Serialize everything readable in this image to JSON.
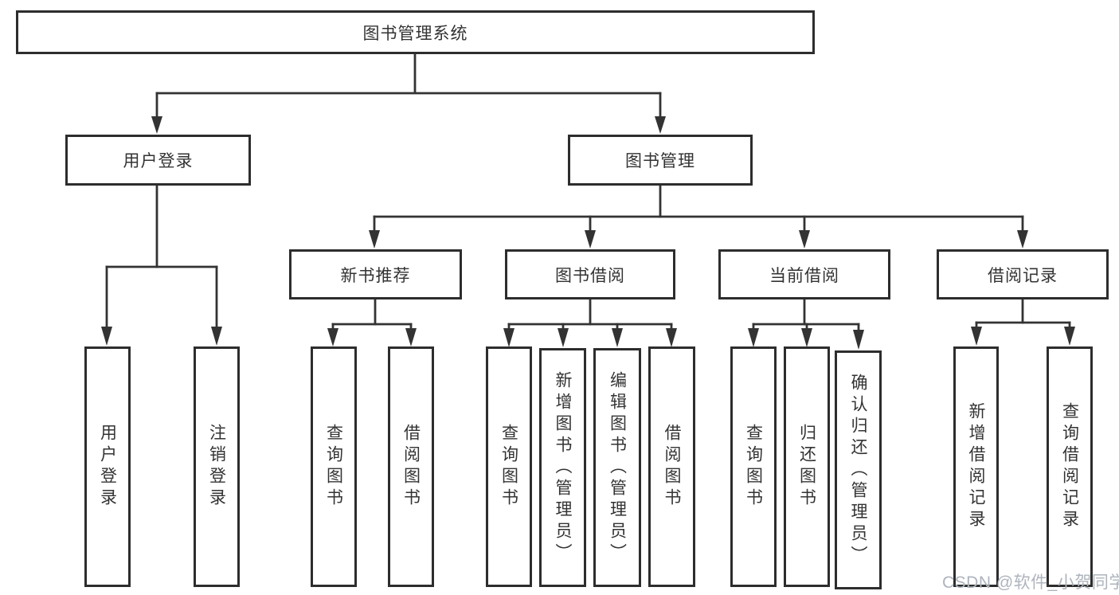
{
  "tree": {
    "label": "图书管理系统",
    "children": [
      {
        "label": "用户登录",
        "children": [
          {
            "label": "用户登录"
          },
          {
            "label": "注销登录"
          }
        ]
      },
      {
        "label": "图书管理",
        "children": [
          {
            "label": "新书推荐",
            "children": [
              {
                "label": "查询图书"
              },
              {
                "label": "借阅图书"
              }
            ]
          },
          {
            "label": "图书借阅",
            "children": [
              {
                "label": "查询图书"
              },
              {
                "label": "新增图书（管理员）"
              },
              {
                "label": "编辑图书（管理员）"
              },
              {
                "label": "借阅图书"
              }
            ]
          },
          {
            "label": "当前借阅",
            "children": [
              {
                "label": "查询图书"
              },
              {
                "label": "归还图书"
              },
              {
                "label": "确认归还（管理员）"
              }
            ]
          },
          {
            "label": "借阅记录",
            "children": [
              {
                "label": "新增借阅记录"
              },
              {
                "label": "查询借阅记录"
              }
            ]
          }
        ]
      }
    ]
  },
  "watermark": {
    "text": "CSDN @软件_小贺同学"
  },
  "colors": {
    "line": "#333333",
    "box_border": "#2d2d2d",
    "text": "#333333",
    "background": "#ffffff",
    "watermark": "#aeb4bd"
  }
}
